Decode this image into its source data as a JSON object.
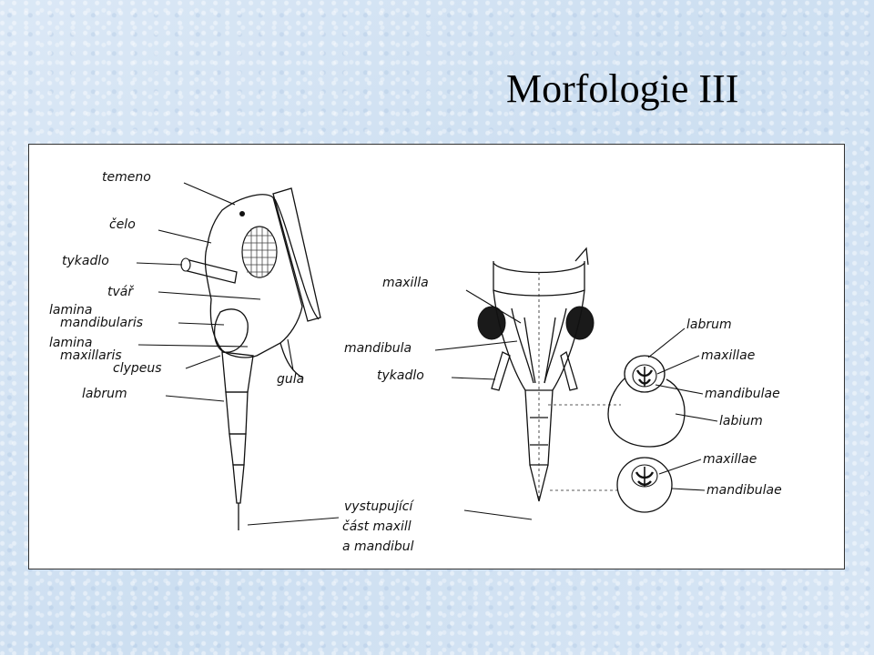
{
  "slide": {
    "title": "Morfologie III"
  },
  "labels": {
    "temeno": "temeno",
    "celo": "čelo",
    "tykadlo_left": "tykadlo",
    "tvar": "tvář",
    "lamina_mandibularis_1": "lamina",
    "lamina_mandibularis_2": "mandibularis",
    "lamina_maxillaris_1": "lamina",
    "lamina_maxillaris_2": "maxillaris",
    "clypeus": "clypeus",
    "labrum_left": "labrum",
    "gula": "gula",
    "maxilla": "maxilla",
    "mandibula": "mandibula",
    "tykadlo_center": "tykadlo",
    "vystupujici_1": "vystupující",
    "vystupujici_2": "část maxill",
    "vystupujici_3": "a mandibul",
    "labrum_right": "labrum",
    "maxillae_1": "maxillae",
    "mandibulae_1": "mandibulae",
    "labium": "labium",
    "maxillae_2": "maxillae",
    "mandibulae_2": "mandibulae"
  }
}
